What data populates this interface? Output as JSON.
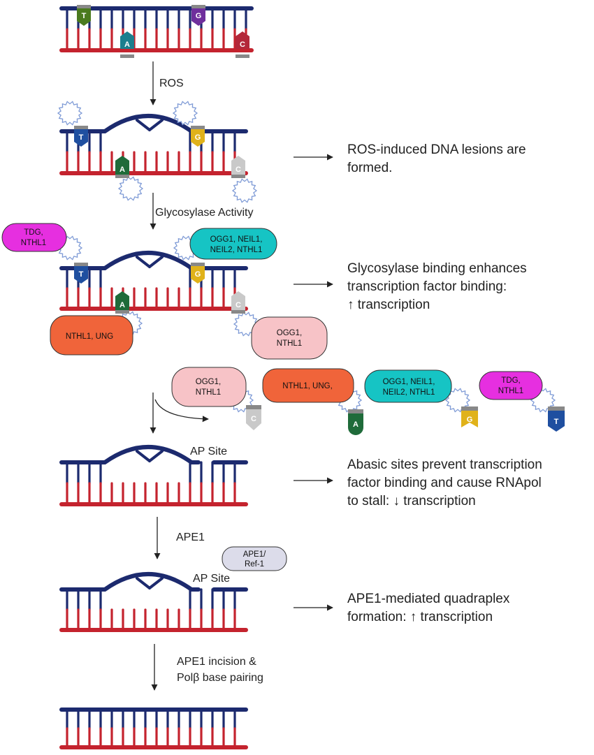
{
  "steps": {
    "ros": "ROS",
    "glycosylase": "Glycosylase Activity",
    "ape1": "APE1",
    "incision_1": "APE1 incision &",
    "incision_2": "Polβ base pairing"
  },
  "outcomes": {
    "lesions_1": "ROS-induced DNA lesions are",
    "lesions_2": "formed.",
    "binding_1": "Glycosylase binding enhances",
    "binding_2": "transcription factor binding:",
    "binding_3": "↑ transcription",
    "abasic_1": "Abasic sites prevent transcription",
    "abasic_2": "factor binding and cause RNApol",
    "abasic_3": "to stall: ↓ transcription",
    "quad_1": "APE1-mediated quadraplex",
    "quad_2": "formation: ↑ transcription"
  },
  "labels": {
    "ap_site": "AP Site"
  },
  "enzymes": {
    "tdg_nthl1_1": "TDG,",
    "tdg_nthl1_2": "NTHL1",
    "ogg_neil_1": "OGG1, NEIL1,",
    "ogg_neil_2": "NEIL2, NTHL1",
    "nthl1_ung": "NTHL1, UNG",
    "nthl1_ung_comma": "NTHL1, UNG,",
    "ogg1_nthl1_1": "OGG1,",
    "ogg1_nthl1_2": "NTHL1",
    "ape1_ref_1": "APE1/",
    "ape1_ref_2": "Ref-1"
  },
  "bases": {
    "t": "T",
    "g": "G",
    "a": "A",
    "c": "C"
  },
  "colors": {
    "strand_top": "#1c2a6e",
    "strand_bottom": "#c4232e",
    "base_t": "#1f4fa0",
    "base_t_initial": "#4a7a1e",
    "base_g": "#e0b21a",
    "base_g_initial": "#6f2f9c",
    "base_a": "#1f6b3a",
    "base_a_initial": "#1b7f8e",
    "base_c": "#c9c9c9",
    "base_c_initial": "#b3283a",
    "tdg": "#e62fe0",
    "ogg_neil": "#16c4c4",
    "nthl1_ung": "#f0643a",
    "ogg1_nthl1": "#f7c3c7",
    "ape1_ref": "#dcdcea"
  }
}
